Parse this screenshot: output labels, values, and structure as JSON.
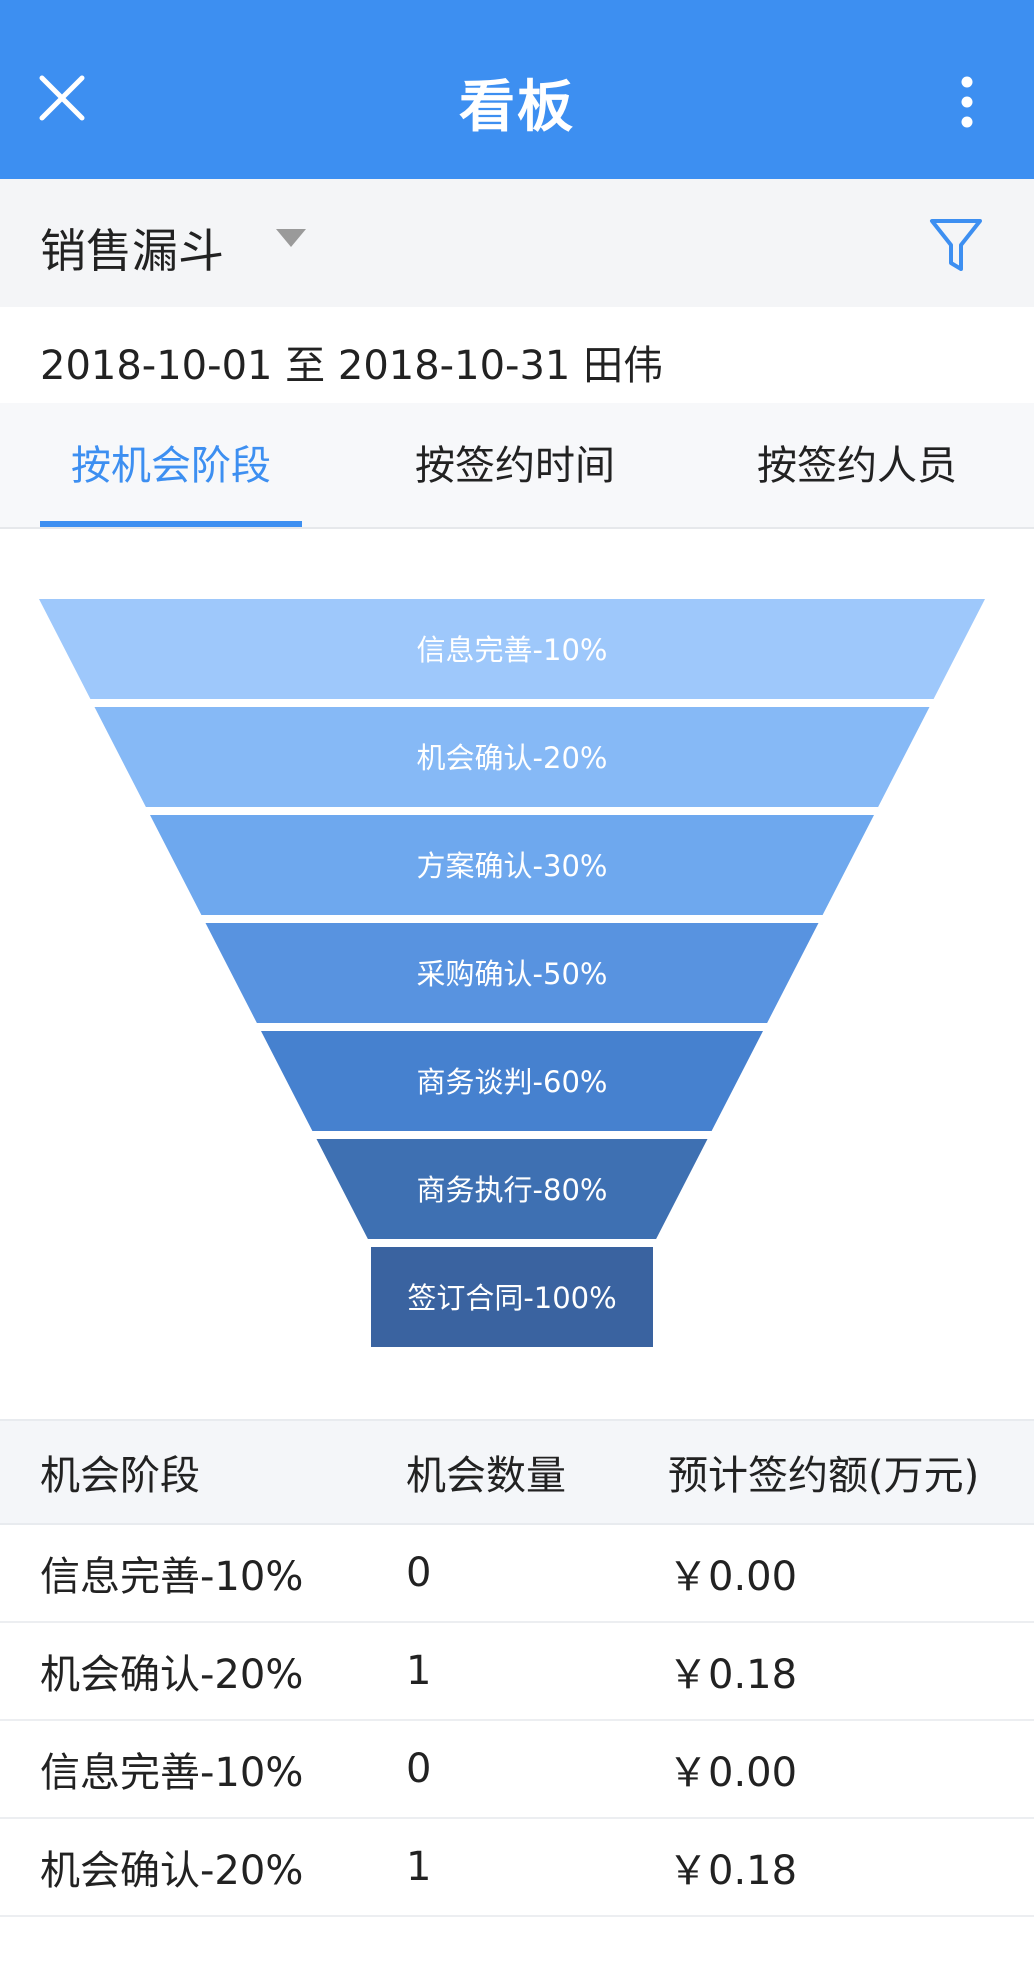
{
  "header": {
    "title": "看板",
    "close_icon": "close-icon",
    "more_icon": "more-vertical-icon"
  },
  "selector": {
    "label": "销售漏斗",
    "caret_icon": "caret-down-icon",
    "filter_icon": "filter-icon"
  },
  "date_range": "2018-10-01 至 2018-10-31 田伟",
  "tabs": [
    {
      "label": "按机会阶段",
      "active": true
    },
    {
      "label": "按签约时间",
      "active": false
    },
    {
      "label": "按签约人员",
      "active": false
    }
  ],
  "chart_data": {
    "type": "funnel",
    "categories": [
      "信息完善-10%",
      "机会确认-20%",
      "方案确认-30%",
      "采购确认-50%",
      "商务谈判-60%",
      "商务执行-80%",
      "签订合同-100%"
    ],
    "colors": [
      "#9ec8fb",
      "#86b9f6",
      "#6ea8ee",
      "#5893e0",
      "#4681cf",
      "#3e70b2",
      "#3a63a0"
    ]
  },
  "table": {
    "headers": [
      "机会阶段",
      "机会数量",
      "预计签约额(万元)"
    ],
    "rows": [
      [
        "信息完善-10%",
        "0",
        "￥0.00"
      ],
      [
        "机会确认-20%",
        "1",
        "￥0.18"
      ],
      [
        "信息完善-10%",
        "0",
        "￥0.00"
      ],
      [
        "机会确认-20%",
        "1",
        "￥0.18"
      ]
    ]
  },
  "colors": {
    "accent": "#3d8ff1"
  }
}
